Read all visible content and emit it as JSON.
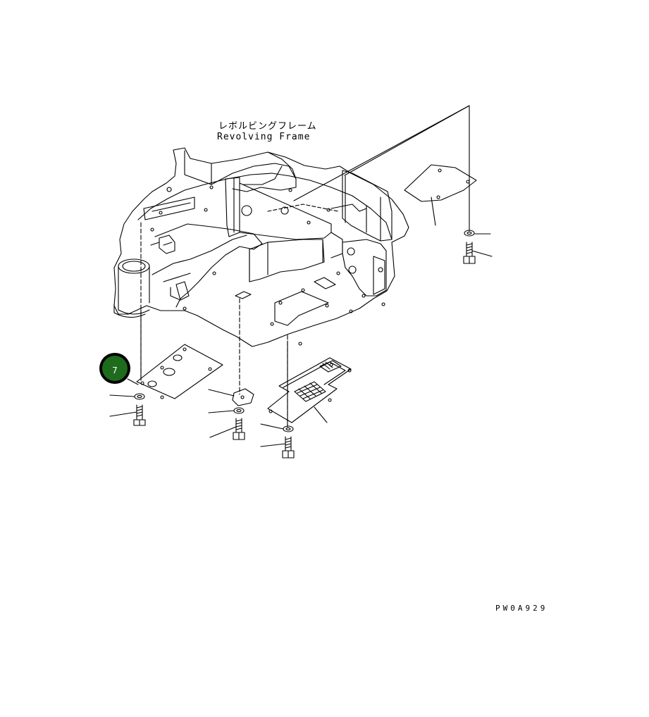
{
  "assembly": {
    "name_jp": "レボルビングフレーム",
    "name_en": "Revolving Frame"
  },
  "callout": {
    "number": "7",
    "color": "#1e6b1e"
  },
  "drawing_code": "PW0A929"
}
